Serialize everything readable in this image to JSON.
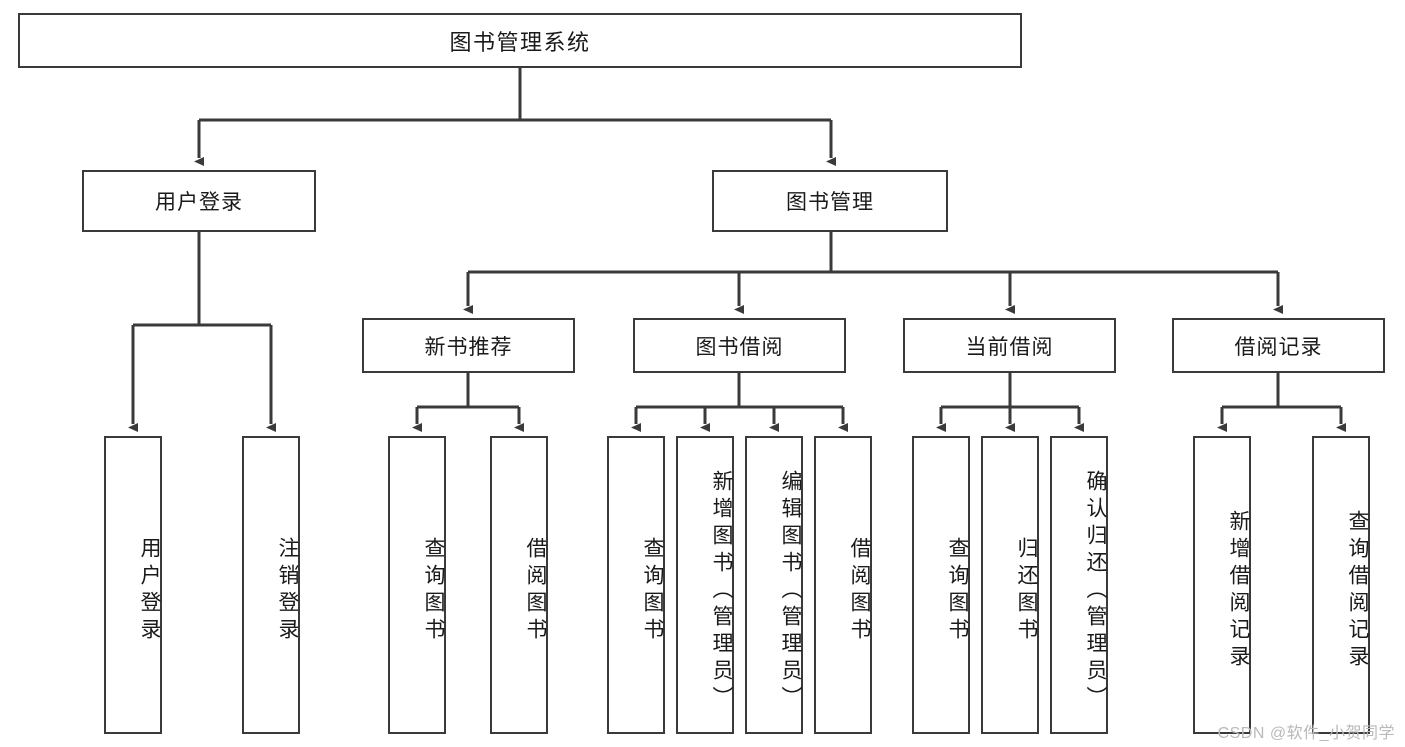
{
  "diagram": {
    "type": "hierarchy-tree",
    "background_color": "#ffffff",
    "line_color": "#3a3a3a",
    "text_color": "#1a1a1a",
    "root": {
      "label": "图书管理系统"
    },
    "level2": [
      {
        "label": "用户登录"
      },
      {
        "label": "图书管理"
      }
    ],
    "level3": [
      {
        "label": "新书推荐"
      },
      {
        "label": "图书借阅"
      },
      {
        "label": "当前借阅"
      },
      {
        "label": "借阅记录"
      }
    ],
    "leaves": {
      "user_login": [
        {
          "label": "用户登录"
        },
        {
          "label": "注销登录"
        }
      ],
      "new_book_recommend": [
        {
          "label": "查询图书"
        },
        {
          "label": "借阅图书"
        }
      ],
      "book_borrow": [
        {
          "label": "查询图书"
        },
        {
          "label": "新增图书（管理员）"
        },
        {
          "label": "编辑图书（管理员）"
        },
        {
          "label": "借阅图书"
        }
      ],
      "current_borrow": [
        {
          "label": "查询图书"
        },
        {
          "label": "归还图书"
        },
        {
          "label": "确认归还（管理员）"
        }
      ],
      "borrow_record": [
        {
          "label": "新增借阅记录"
        },
        {
          "label": "查询借阅记录"
        }
      ]
    }
  },
  "watermark": {
    "text": "CSDN @软件_小贺同学"
  }
}
